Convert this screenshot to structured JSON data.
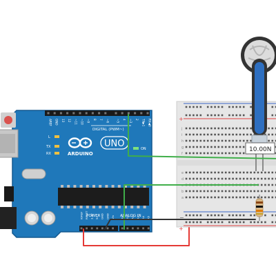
{
  "colors": {
    "background": "#ffffff",
    "board": "#1f78ba",
    "board_edge": "#14598f",
    "breadboard": "#e7e7e7",
    "wire_green": "#3fae49",
    "wire_red": "#e53935",
    "wire_dark": "#333333",
    "sensor_blue": "#2e6fc0"
  },
  "arduino": {
    "brand": "ARDUINO",
    "model": "UNO",
    "logo": "arduino-infinity-logo",
    "led_labels": {
      "l": "L",
      "tx": "TX",
      "rx": "RX",
      "on": "ON"
    },
    "digital_header_label": "DIGITAL (PWM~)",
    "power_label": "POWER",
    "analog_label": "ANALOG IN",
    "digital_pins": [
      "AREF",
      "GND",
      "13",
      "12",
      "~11",
      "~10",
      "~9",
      "8",
      "7",
      "~6",
      "~5",
      "4",
      "~3",
      "2",
      "TX▶1",
      "RX◀0"
    ],
    "power_pins": [
      "IOREF",
      "RESET",
      "3.3V",
      "5V",
      "GND",
      "GND",
      "Vin"
    ],
    "analog_pins": [
      "A0",
      "A1",
      "A2",
      "A3",
      "A4",
      "A5"
    ]
  },
  "breadboard": {
    "plus_sign": "+",
    "minus_sign": "−",
    "row_letters_top": [
      "j",
      "i",
      "h",
      "g",
      "f"
    ],
    "row_letters_bottom": [
      "e",
      "d",
      "c",
      "b",
      "a"
    ]
  },
  "sensor": {
    "force_readout": "10.00N",
    "icon": "force-sensitive-resistor-icon"
  },
  "resistor": {
    "icon": "resistor-icon"
  }
}
